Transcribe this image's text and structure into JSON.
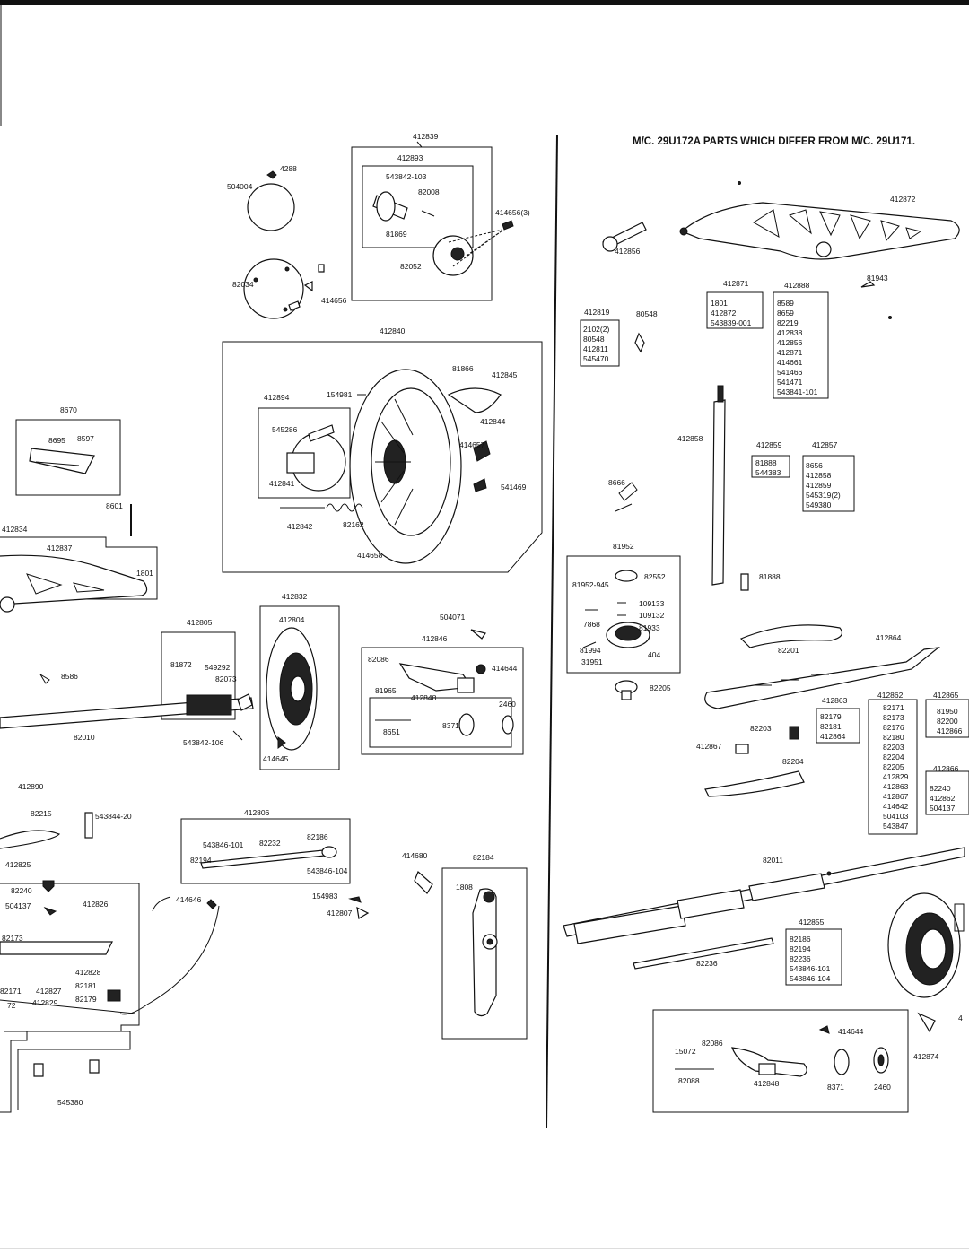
{
  "header_title": "M/C. 29U172A PARTS WHICH DIFFER FROM M/C. 29U171.",
  "labels": [
    {
      "id": "l1",
      "text": "412839"
    },
    {
      "id": "l2",
      "text": "412893"
    },
    {
      "id": "l3",
      "text": "543842-103"
    },
    {
      "id": "l4",
      "text": "82008"
    },
    {
      "id": "l5",
      "text": "414656(3)"
    },
    {
      "id": "l6",
      "text": "81869"
    },
    {
      "id": "l7",
      "text": "82052"
    },
    {
      "id": "l8",
      "text": "4288"
    },
    {
      "id": "l9",
      "text": "504004"
    },
    {
      "id": "l10",
      "text": "82034"
    },
    {
      "id": "l11",
      "text": "414656"
    },
    {
      "id": "l12",
      "text": "412840"
    },
    {
      "id": "l13",
      "text": "81866"
    },
    {
      "id": "l14",
      "text": "412845"
    },
    {
      "id": "l15",
      "text": "412894"
    },
    {
      "id": "l16",
      "text": "154981"
    },
    {
      "id": "l17",
      "text": "412844"
    },
    {
      "id": "l18",
      "text": "545286"
    },
    {
      "id": "l19",
      "text": "414657"
    },
    {
      "id": "l20",
      "text": "412841"
    },
    {
      "id": "l21",
      "text": "541469"
    },
    {
      "id": "l22",
      "text": "412842"
    },
    {
      "id": "l23",
      "text": "82162"
    },
    {
      "id": "l24",
      "text": "414658"
    },
    {
      "id": "l25",
      "text": "8670"
    },
    {
      "id": "l26",
      "text": "8695"
    },
    {
      "id": "l27",
      "text": "8597"
    },
    {
      "id": "l28",
      "text": "8601"
    },
    {
      "id": "l29",
      "text": "412834"
    },
    {
      "id": "l30",
      "text": "412837"
    },
    {
      "id": "l31",
      "text": "1801"
    },
    {
      "id": "l32",
      "text": "8586"
    },
    {
      "id": "l33",
      "text": "412832"
    },
    {
      "id": "l34",
      "text": "412805"
    },
    {
      "id": "l35",
      "text": "412804"
    },
    {
      "id": "l36",
      "text": "81872"
    },
    {
      "id": "l37",
      "text": "549292"
    },
    {
      "id": "l38",
      "text": "82073"
    },
    {
      "id": "l39",
      "text": "82010"
    },
    {
      "id": "l40",
      "text": "543842-106"
    },
    {
      "id": "l41",
      "text": "414645"
    },
    {
      "id": "l42",
      "text": "504071"
    },
    {
      "id": "l43",
      "text": "412846"
    },
    {
      "id": "l44",
      "text": "82086"
    },
    {
      "id": "l45",
      "text": "414644"
    },
    {
      "id": "l46",
      "text": "81965"
    },
    {
      "id": "l47",
      "text": "412848"
    },
    {
      "id": "l48",
      "text": "2460"
    },
    {
      "id": "l49",
      "text": "8371"
    },
    {
      "id": "l50",
      "text": "8651"
    },
    {
      "id": "l51",
      "text": "412890"
    },
    {
      "id": "l52",
      "text": "82215"
    },
    {
      "id": "l53",
      "text": "543844-20"
    },
    {
      "id": "l54",
      "text": "412825"
    },
    {
      "id": "l55",
      "text": "82240"
    },
    {
      "id": "l56",
      "text": "504137"
    },
    {
      "id": "l57",
      "text": "412826"
    },
    {
      "id": "l58",
      "text": "82173"
    },
    {
      "id": "l59",
      "text": "412828"
    },
    {
      "id": "l60",
      "text": "82171"
    },
    {
      "id": "l61",
      "text": "412827"
    },
    {
      "id": "l62",
      "text": "82181"
    },
    {
      "id": "l63",
      "text": "72"
    },
    {
      "id": "l64",
      "text": "412829"
    },
    {
      "id": "l65",
      "text": "82179"
    },
    {
      "id": "l66",
      "text": "545380"
    },
    {
      "id": "l67",
      "text": "412806"
    },
    {
      "id": "l68",
      "text": "543846-101"
    },
    {
      "id": "l69",
      "text": "82232"
    },
    {
      "id": "l70",
      "text": "82186"
    },
    {
      "id": "l71",
      "text": "82194"
    },
    {
      "id": "l72",
      "text": "543846-104"
    },
    {
      "id": "l73",
      "text": "414646"
    },
    {
      "id": "l74",
      "text": "154983"
    },
    {
      "id": "l75",
      "text": "412807"
    },
    {
      "id": "l76",
      "text": "414680"
    },
    {
      "id": "l77",
      "text": "82184"
    },
    {
      "id": "l78",
      "text": "1808"
    },
    {
      "id": "l79",
      "text": "412872"
    },
    {
      "id": "l80",
      "text": "412856"
    },
    {
      "id": "l81",
      "text": "81943"
    },
    {
      "id": "l82",
      "text": "412871"
    },
    {
      "id": "l83",
      "text": "412888"
    },
    {
      "id": "l84",
      "text": "412819"
    },
    {
      "id": "l85",
      "text": "80548"
    },
    {
      "id": "l86",
      "text": "412858"
    },
    {
      "id": "l87",
      "text": "412859"
    },
    {
      "id": "l88",
      "text": "412857"
    },
    {
      "id": "l89",
      "text": "8666"
    },
    {
      "id": "l90",
      "text": "81952"
    },
    {
      "id": "l91",
      "text": "82552"
    },
    {
      "id": "l92",
      "text": "81952-945"
    },
    {
      "id": "l93",
      "text": "109133"
    },
    {
      "id": "l94",
      "text": "109132"
    },
    {
      "id": "l95",
      "text": "7868"
    },
    {
      "id": "l96",
      "text": "81933"
    },
    {
      "id": "l97",
      "text": "81994"
    },
    {
      "id": "l98",
      "text": "404"
    },
    {
      "id": "l99",
      "text": "31951"
    },
    {
      "id": "l100",
      "text": "81888"
    },
    {
      "id": "l101",
      "text": "82205"
    },
    {
      "id": "l102",
      "text": "82201"
    },
    {
      "id": "l103",
      "text": "412864"
    },
    {
      "id": "l104",
      "text": "412863"
    },
    {
      "id": "l105",
      "text": "412862"
    },
    {
      "id": "l106",
      "text": "412865"
    },
    {
      "id": "l107",
      "text": "82203"
    },
    {
      "id": "l108",
      "text": "412867"
    },
    {
      "id": "l109",
      "text": "82204"
    },
    {
      "id": "l110",
      "text": "412866"
    },
    {
      "id": "l111",
      "text": "82011"
    },
    {
      "id": "l112",
      "text": "412855"
    },
    {
      "id": "l113",
      "text": "82236"
    },
    {
      "id": "l114",
      "text": "414644"
    },
    {
      "id": "l115",
      "text": "82086"
    },
    {
      "id": "l116",
      "text": "15072"
    },
    {
      "id": "l117",
      "text": "412874"
    },
    {
      "id": "l118",
      "text": "82088"
    },
    {
      "id": "l119",
      "text": "412848"
    },
    {
      "id": "l120",
      "text": "8371"
    },
    {
      "id": "l121",
      "text": "2460"
    },
    {
      "id": "l122",
      "text": "4"
    }
  ],
  "lists": [
    {
      "id": "k1",
      "lines": [
        "1801",
        "412872",
        "543839-001"
      ]
    },
    {
      "id": "k2",
      "lines": [
        "8589",
        "8659",
        "82219",
        "412838",
        "412856",
        "412871",
        "414661",
        "541466",
        "541471",
        "543841-101"
      ]
    },
    {
      "id": "k3",
      "lines": [
        "2102(2)",
        "80548",
        "412811",
        "545470"
      ]
    },
    {
      "id": "k4",
      "lines": [
        "81888",
        "544383"
      ]
    },
    {
      "id": "k5",
      "lines": [
        "8656",
        "412858",
        "412859",
        "545319(2)",
        "549380"
      ]
    },
    {
      "id": "k6",
      "lines": [
        "82179",
        "82181",
        "412864"
      ]
    },
    {
      "id": "k7",
      "lines": [
        "82171",
        "82173",
        "82176",
        "82180",
        "82203",
        "82204",
        "82205",
        "412829",
        "412863",
        "412867",
        "414642",
        "504103",
        "543847"
      ]
    },
    {
      "id": "k8",
      "lines": [
        "81950",
        "82200",
        "412866"
      ]
    },
    {
      "id": "k9",
      "lines": [
        "82240",
        "412862",
        "504137"
      ]
    },
    {
      "id": "k10",
      "lines": [
        "82186",
        "82194",
        "82236",
        "543846-101",
        "543846-104"
      ]
    }
  ]
}
